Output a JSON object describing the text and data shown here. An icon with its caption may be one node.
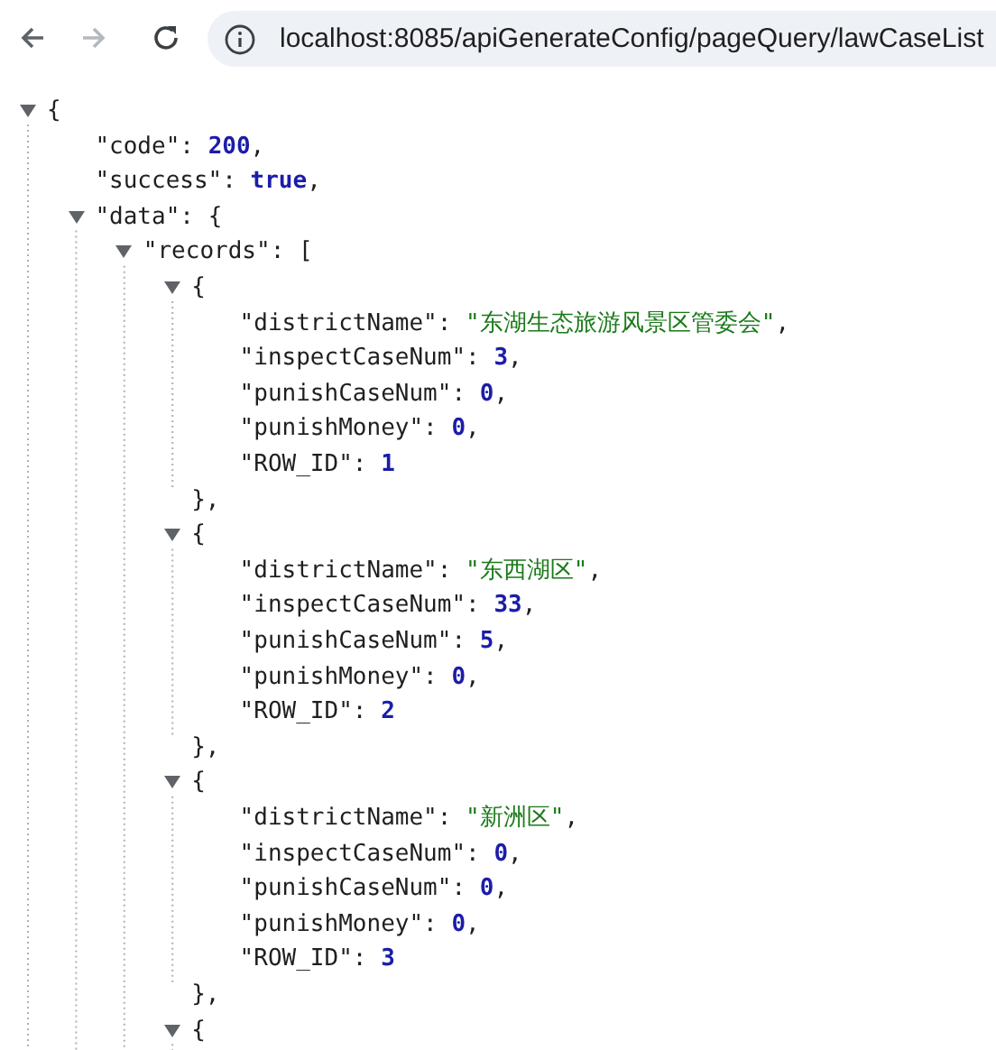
{
  "diagram": {
    "labels": [
      "localhost:8085/apiGenerateConfig/pageQuery/lawCaseList",
      "{",
      "\"code\": 200,",
      "\"success\": true,",
      "\"data\": {",
      "\"records\": [",
      "{",
      "\"districtName\": \"东湖生态旅游风景区管委会\",",
      "\"inspectCaseNum\": 3,",
      "\"punishCaseNum\": 0,",
      "\"punishMoney\": 0,",
      "\"ROW_ID\": 1",
      "},",
      "{",
      "\"districtName\": \"东西湖区\",",
      "\"inspectCaseNum\": 33,",
      "\"punishCaseNum\": 5,",
      "\"punishMoney\": 0,",
      "\"ROW_ID\": 2",
      "},",
      "{",
      "\"districtName\": \"新洲区\",",
      "\"inspectCaseNum\": 0,",
      "\"punishCaseNum\": 0,",
      "\"punishMoney\": 0,",
      "\"ROW_ID\": 3",
      "},",
      "{"
    ]
  }
}
